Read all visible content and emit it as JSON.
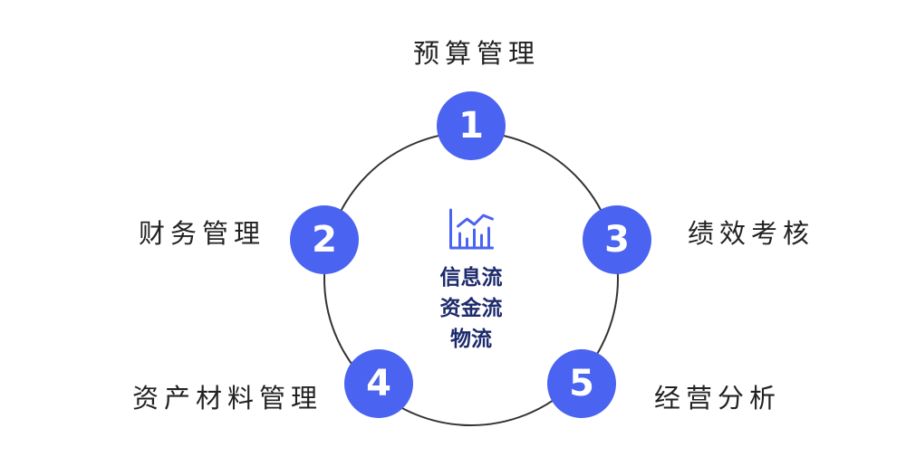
{
  "center": {
    "icon": "bar-chart-trend-icon",
    "lines": [
      "信息流",
      "资金流",
      "物流"
    ]
  },
  "nodes": [
    {
      "number": "1",
      "label": "预算管理"
    },
    {
      "number": "2",
      "label": "财务管理"
    },
    {
      "number": "3",
      "label": "绩效考核"
    },
    {
      "number": "4",
      "label": "资产材料管理"
    },
    {
      "number": "5",
      "label": "经营分析"
    }
  ],
  "colors": {
    "node_fill": "#4a63f0",
    "ring_stroke": "#333333",
    "center_text": "#1c2a6b",
    "label_text": "#222222"
  }
}
